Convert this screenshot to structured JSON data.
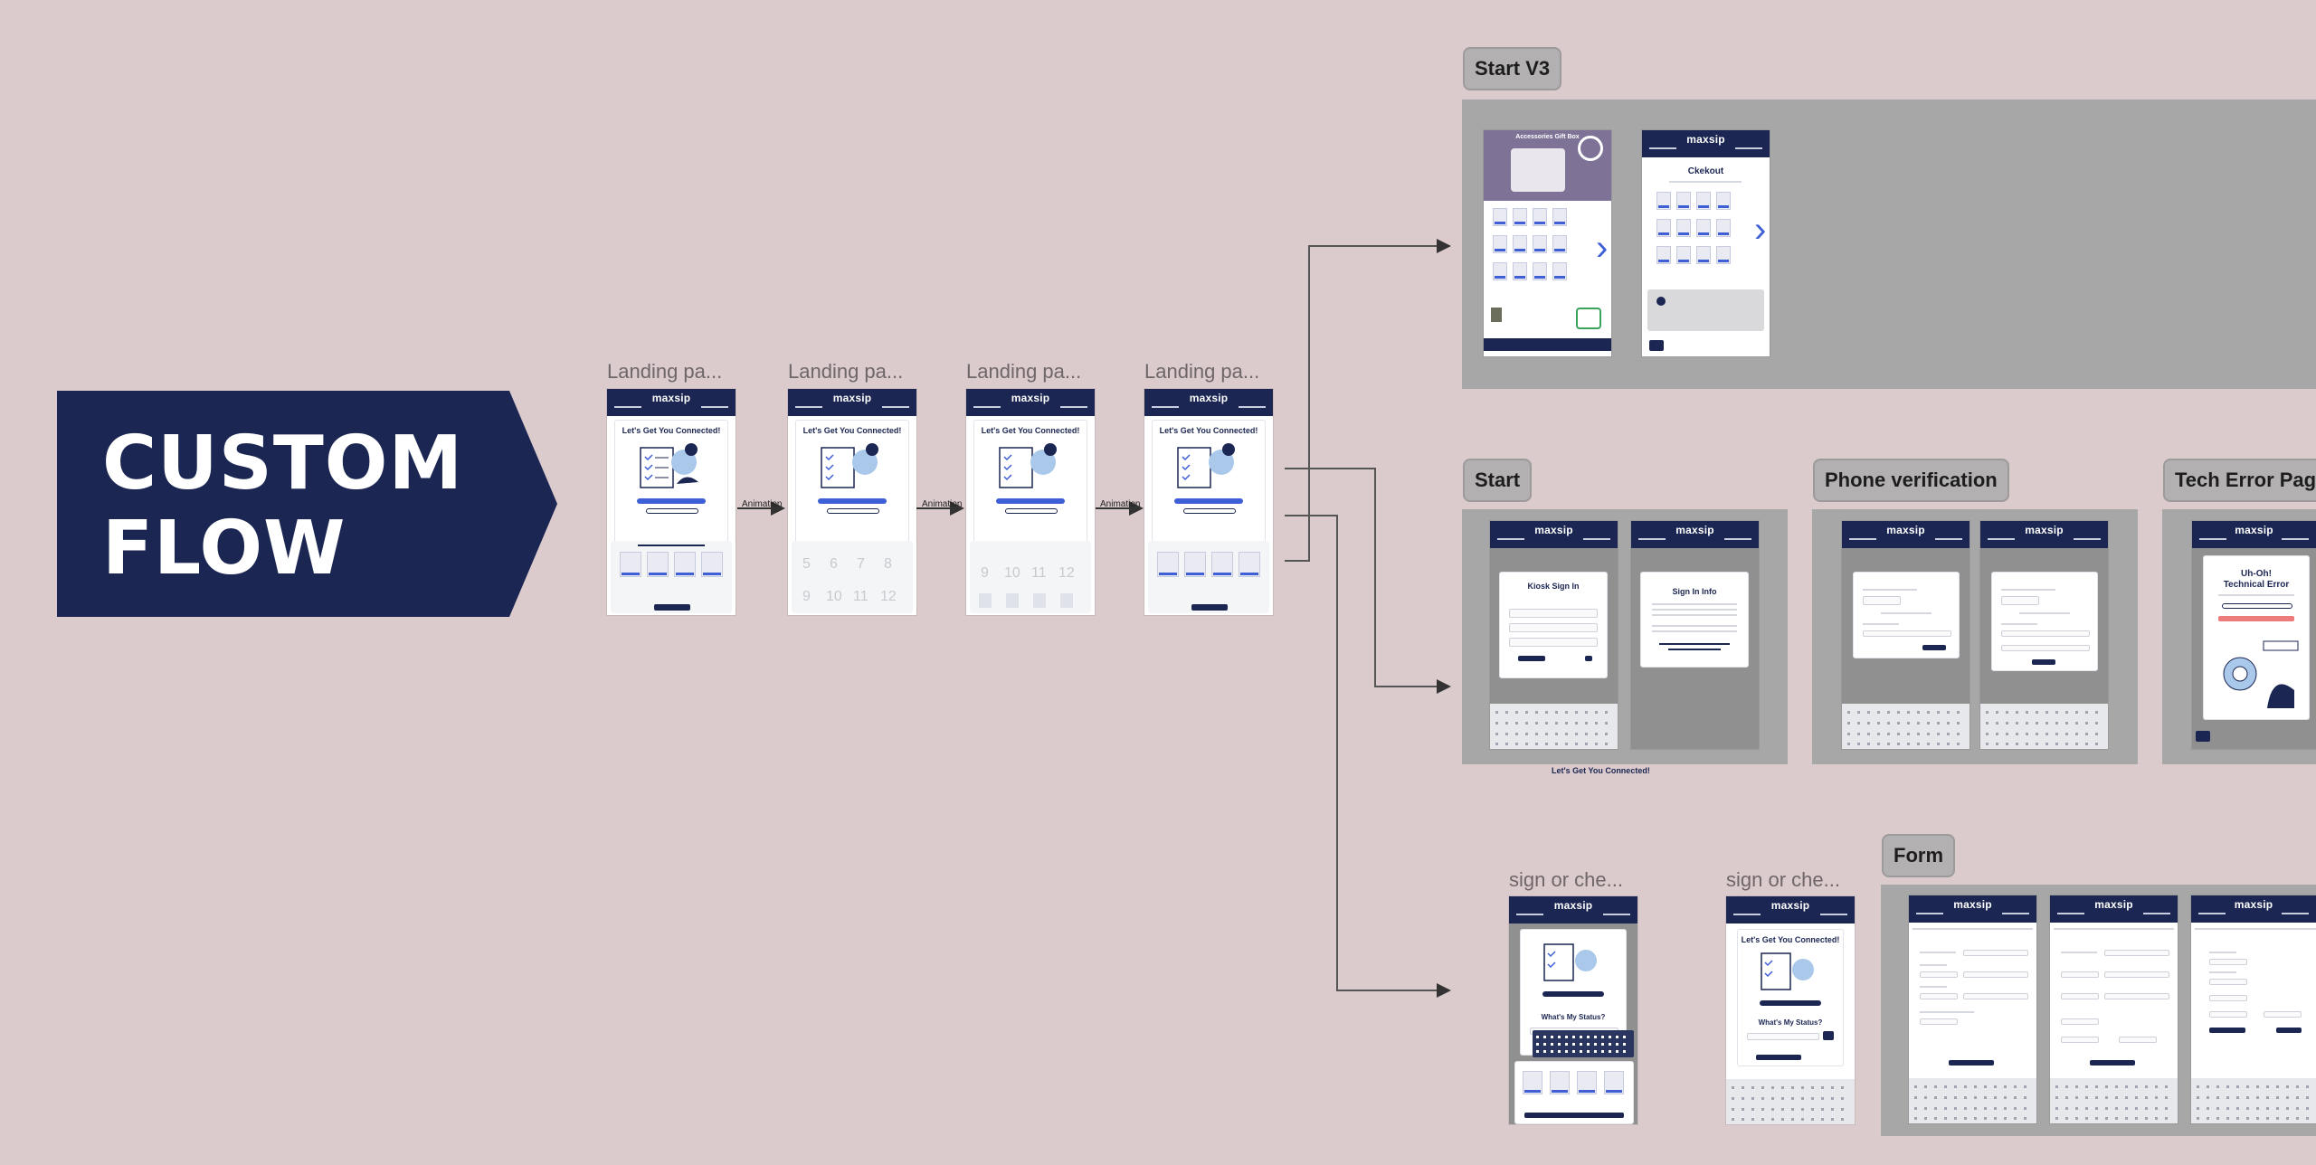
{
  "banner": {
    "line1": "CUSTOM",
    "line2": "FLOW",
    "bg": "#1b2652"
  },
  "landing_labels": [
    "Landing pa...",
    "Landing pa...",
    "Landing pa...",
    "Landing pa..."
  ],
  "arrow_labels": [
    "Animation",
    "Animation",
    "Animation"
  ],
  "sign_labels": [
    "sign or che...",
    "sign or che..."
  ],
  "sections": {
    "start_v3": "Start V3",
    "start": "Start",
    "phone_verification": "Phone verification",
    "tech_error": "Tech Error Page",
    "form": "Form"
  },
  "screen": {
    "logo": "maxsip",
    "landing_title": "Let's Get You Connected!",
    "checkout_title": "Ckekout",
    "accessories_title": "Accessories Gift Box",
    "kiosk_title": "Kiosk Sign In",
    "signin_title": "Sign In Info",
    "error_title_1": "Uh-Oh!",
    "error_title_2": "Technical Error",
    "status_title": "What's My Status?",
    "footnote": "Let's Get You Connected!"
  },
  "colors": {
    "navy": "#1b2652",
    "accent": "#3f5fd6",
    "canvas": "#dbcbcd",
    "panel": "#a7a7a7"
  }
}
